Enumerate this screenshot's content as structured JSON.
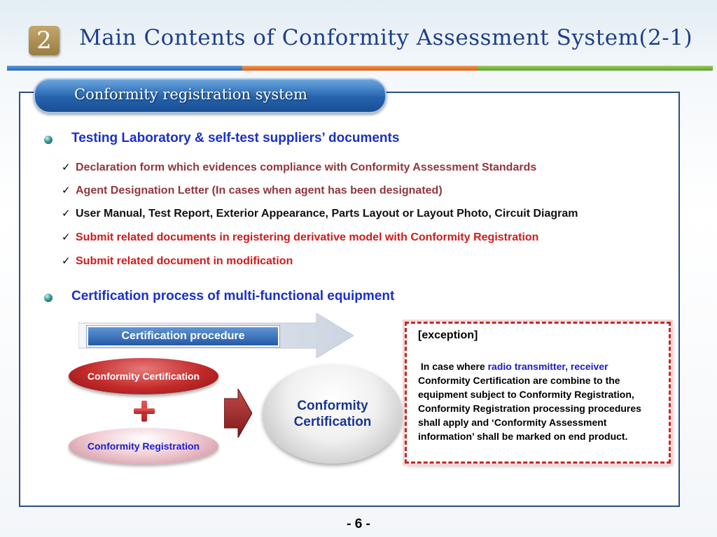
{
  "header": {
    "section_number": "2",
    "title": "Main Contents of Conformity Assessment System(2-1)"
  },
  "section": {
    "label": "Conformity registration  system"
  },
  "bullets": [
    {
      "heading": "Testing Laboratory & self-test suppliers’ documents",
      "items": [
        {
          "text": "Declaration form which evidences compliance with Conformity Assessment Standards",
          "color": "#93353a"
        },
        {
          "text": "Agent Designation Letter (In cases when agent has been designated)",
          "color": "#93353a"
        },
        {
          "text": "User Manual, Test Report, Exterior Appearance, Parts Layout or Layout Photo, Circuit Diagram",
          "color": "#111111"
        },
        {
          "text": "Submit related documents in registering derivative model with Conformity Registration",
          "color": "#d31a1a"
        },
        {
          "text": "Submit related document in modification",
          "color": "#d31a1a"
        }
      ]
    },
    {
      "heading": "Certification process of multi-functional equipment"
    }
  ],
  "diagram": {
    "procedure_label": "Certification procedure",
    "left_top_pill": "Conformity Certification",
    "left_bottom_pill": "Conformity Registration",
    "result_circle": "Conformity Certification"
  },
  "exception": {
    "title": "[exception]",
    "body_prefix": "In case where",
    "body_highlight": "radio transmitter, receiver",
    "body_rest": "Conformity Certification are combine to the equipment subject to Conformity Registration, Conformity Registration processing procedures shall apply and ‘Conformity Assessment information’ shall be marked on end product."
  },
  "footer": {
    "page_number": "- 6 -"
  },
  "colors": {
    "title_blue": "#1f3f88",
    "heading_blue": "#1a2fcc",
    "frame_border": "#2a4f86",
    "accent_red": "#c02a2a"
  }
}
